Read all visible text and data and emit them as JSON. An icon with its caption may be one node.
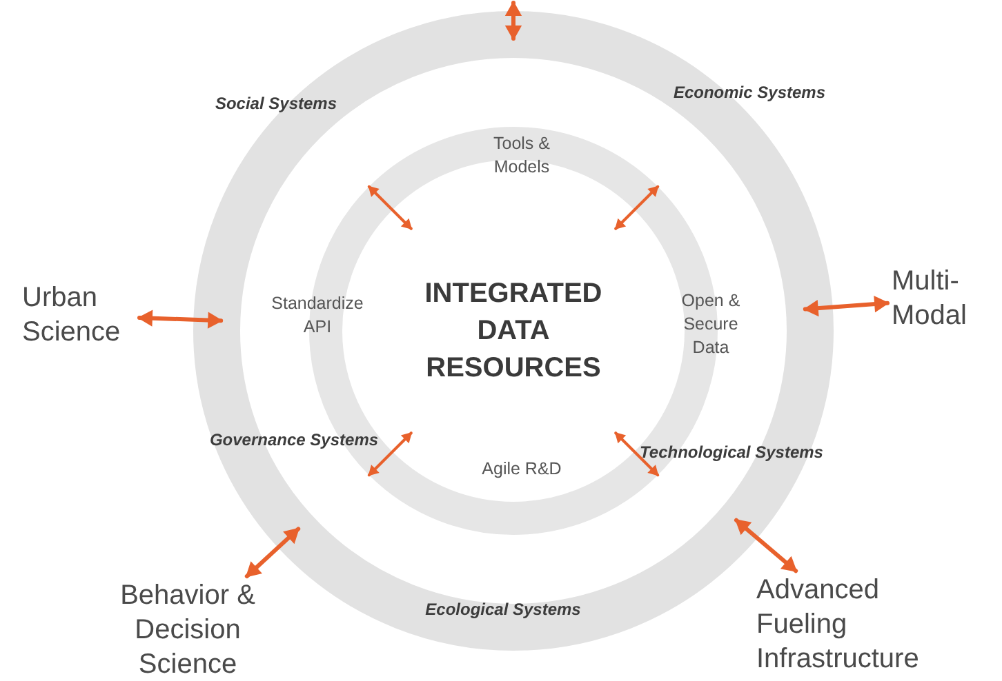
{
  "diagram": {
    "nodes": [
      {
        "text": [
          "Social Systems",
          "Economic Systems",
          "Governance Systems",
          "Technological Systems",
          "Ecological Systems"
        ]
      },
      {
        "text": [
          "Tools & Models",
          "Standardize API",
          "Open & Secure Data",
          "Agile R&D"
        ],
        "in": 0
      },
      {
        "text": [
          "INTEGRATED DATA RESOURCES"
        ],
        "in": 1
      },
      {
        "text": [
          "Urban Science"
        ]
      },
      {
        "text": [
          "Multi-Modal"
        ]
      },
      {
        "text": [
          "Behavior & Decision Science"
        ]
      },
      {
        "text": [
          "Advanced Fueling Infrastructure"
        ]
      }
    ],
    "edges": [
      {
        "from": 0,
        "to": null,
        "arrow": "both"
      },
      {
        "from": 0,
        "to": 3,
        "arrow": "both"
      },
      {
        "from": 0,
        "to": 4,
        "arrow": "both"
      },
      {
        "from": 0,
        "to": 5,
        "arrow": "both"
      },
      {
        "from": 0,
        "to": 6,
        "arrow": "both"
      },
      {
        "from": 2,
        "to": 1,
        "arrow": "both"
      },
      {
        "from": 2,
        "to": 1,
        "arrow": "both"
      },
      {
        "from": 2,
        "to": 1,
        "arrow": "both"
      },
      {
        "from": 2,
        "to": 1,
        "arrow": "both"
      }
    ]
  }
}
